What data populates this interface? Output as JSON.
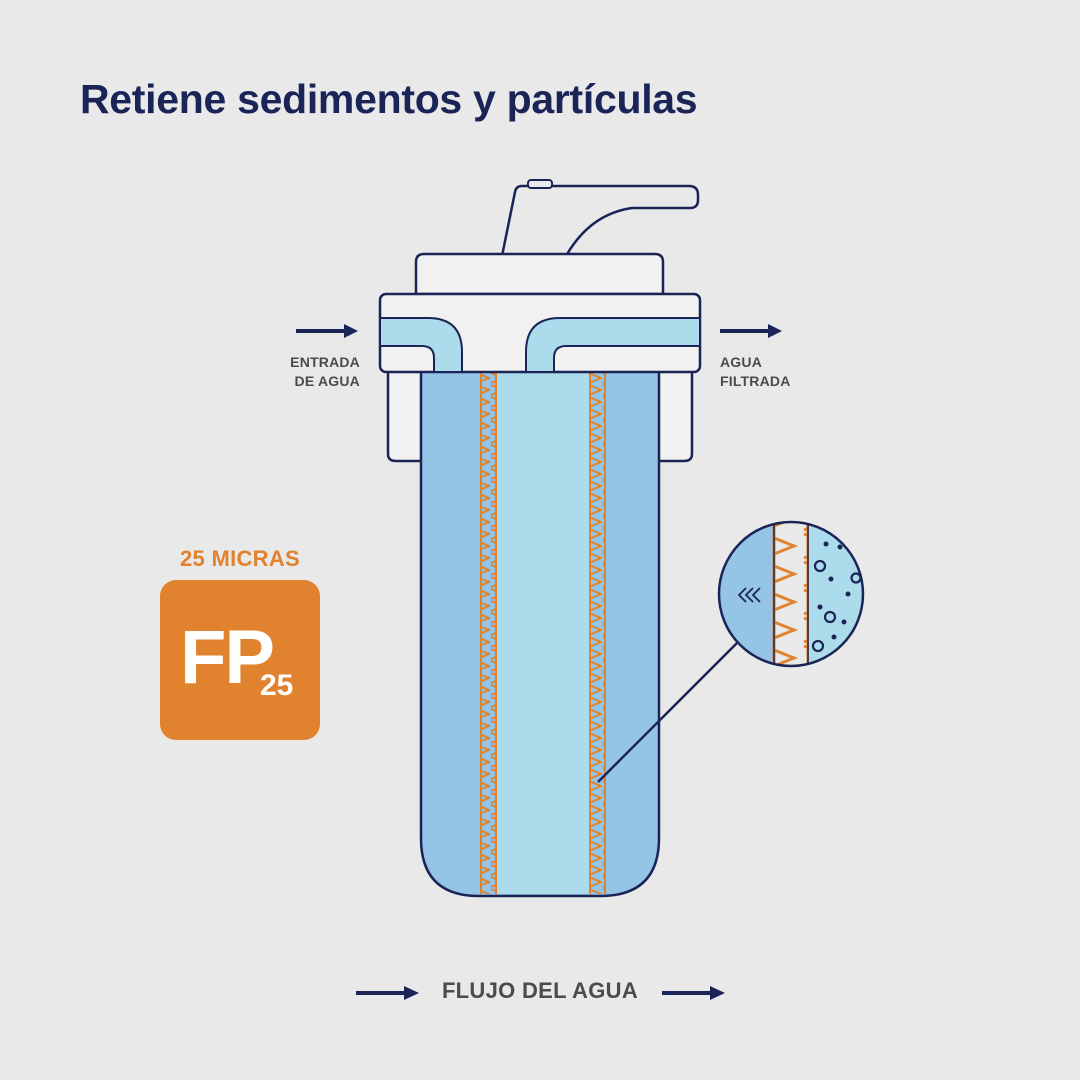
{
  "title": "Retiene sedimentos y partículas",
  "inlet": {
    "line1": "ENTRADA",
    "line2": "DE AGUA",
    "icon": "arrow-right-icon"
  },
  "outlet": {
    "line1": "AGUA",
    "line2": "FILTRADA",
    "icon": "arrow-right-icon"
  },
  "micron": {
    "label": "25 MICRAS",
    "badge_main": "FP",
    "badge_sub": "25"
  },
  "flow": {
    "label": "FLUJO DEL AGUA",
    "icon": "arrow-right-icon"
  },
  "colors": {
    "background": "#e9e9e9",
    "navy": "#1b2457",
    "orange": "#e0822e",
    "water_outer": "#94c4e6",
    "water_inner": "#acdcec",
    "cap": "#f1f1f1",
    "text_gray": "#4b4b4b"
  }
}
